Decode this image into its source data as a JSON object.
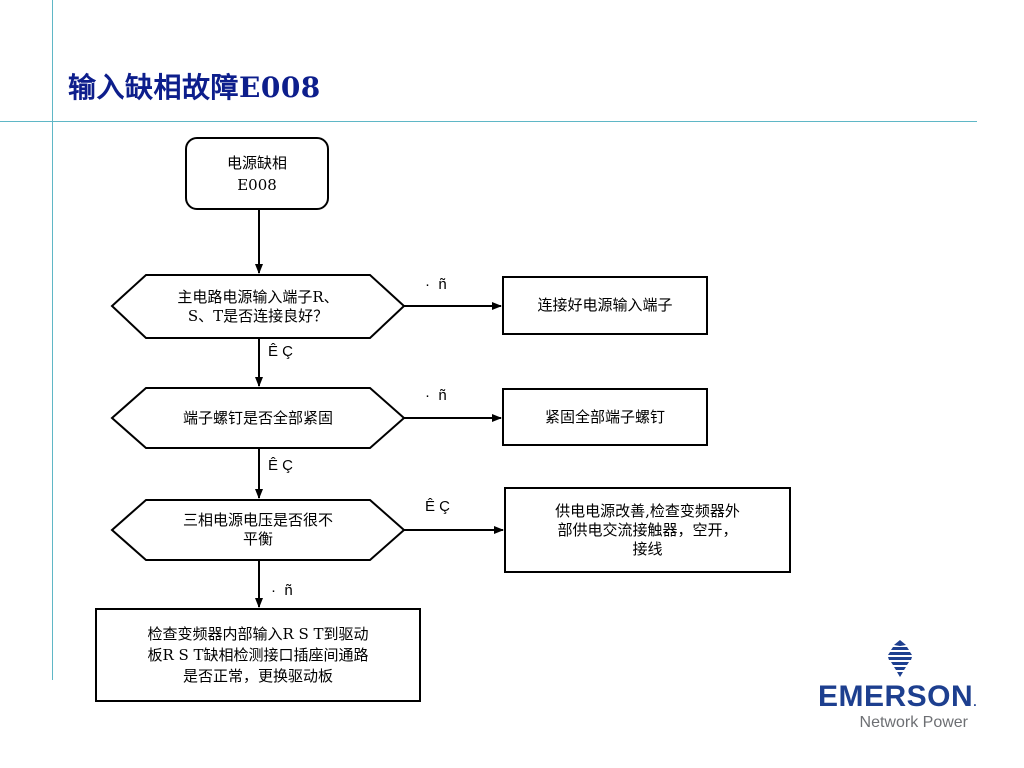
{
  "page": {
    "title": "输入缺相故障E008"
  },
  "flow": {
    "start": {
      "line1": "电源缺相",
      "line2": "E008"
    },
    "decision1": {
      "line1": "主电路电源输入端子R、",
      "line2": "S、T是否连接良好？"
    },
    "action1": {
      "text": "连接好电源输入端子"
    },
    "decision2": {
      "text": "端子螺钉是否全部紧固"
    },
    "action2": {
      "text": "紧固全部端子螺钉"
    },
    "decision3": {
      "line1": "三相电源电压是否很不",
      "line2": "平衡"
    },
    "action3": {
      "line1": "供电电源改善,检查变频器外",
      "line2": "部供电交流接触器，空开，",
      "line3": "接线"
    },
    "final": {
      "line1": "检查变频器内部输入R S T到驱动",
      "line2": "板R S T缺相检测接口插座间通路",
      "line3": "是否正常，更换驱动板"
    },
    "labels": {
      "d1_right": "·  ñ",
      "d1_down": "Ê Ç",
      "d2_right": "·  ñ",
      "d2_down": "Ê Ç",
      "d3_right": "Ê Ç",
      "d3_down": "·  ñ"
    }
  },
  "logo": {
    "name": "EMERSON",
    "trademark": ".",
    "tagline": "Network Power",
    "icon": "emerson-diamond-icon",
    "colors": {
      "brand_blue": "#1d3f8f",
      "tagline_gray": "#6d6f73"
    }
  },
  "colors": {
    "title": "#0d1e8c",
    "rule": "#5fb7c6"
  }
}
